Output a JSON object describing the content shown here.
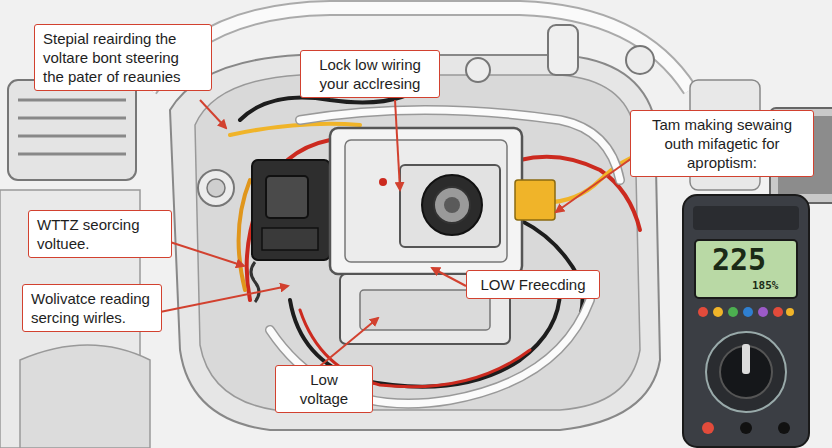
{
  "diagram": {
    "nodes": [
      {
        "text": [
          "Stepial reairding the voltare bont steering the pater of reaunies"
        ]
      },
      {
        "text": [
          "Lock low wiring your acclresing"
        ]
      },
      {
        "text": [
          "Tam making sewaing outh mifagetic for aproptism:"
        ]
      },
      {
        "text": [
          "WTTZ seorcing voltuee."
        ]
      },
      {
        "text": [
          "Wolivatce reading sercing wirles."
        ]
      },
      {
        "text": [
          "LOW Freecding"
        ]
      },
      {
        "text": [
          "Low voltage"
        ]
      }
    ],
    "labels": [
      "225",
      "185%"
    ]
  }
}
